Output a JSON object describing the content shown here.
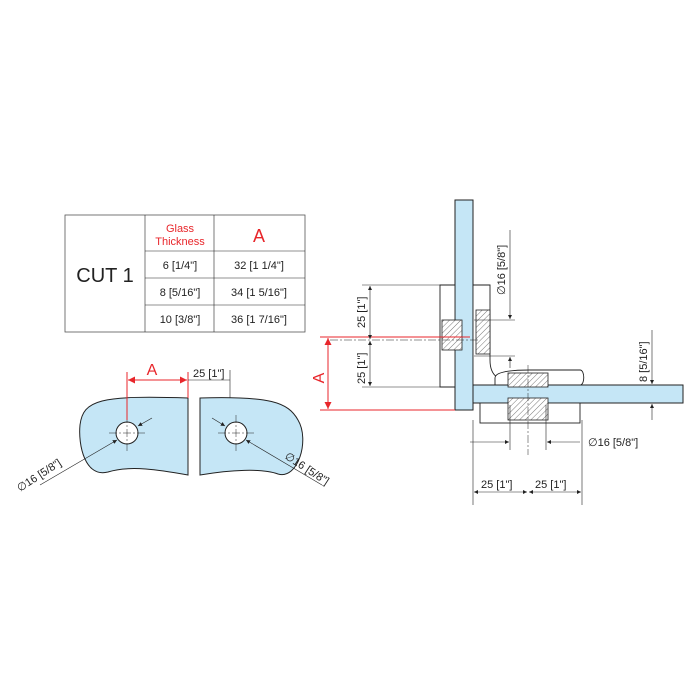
{
  "table": {
    "title": "CUT 1",
    "header_glass": [
      "Glass",
      "Thickness"
    ],
    "header_a": "A",
    "rows": [
      {
        "thickness": "6 [1/4\"]",
        "a": "32 [1 1/4\"]"
      },
      {
        "thickness": "8 [5/16\"]",
        "a": "34 [1 5/16\"]"
      },
      {
        "thickness": "10 [3/8\"]",
        "a": "36 [1 7/16\"]"
      }
    ]
  },
  "cutout": {
    "dim_a": "A",
    "dim_gap": "25 [1\"]",
    "hole_left": "∅16 [5/8\"]",
    "hole_right": "∅16 [5/8\"]"
  },
  "section": {
    "dim_a": "A",
    "dim_top": "25 [1\"]",
    "dim_bottom": "25 [1\"]",
    "dim_vertical_hole": "∅16 [5/8\"]",
    "dim_glass": "8 [5/16\"]",
    "dim_horizontal_hole": "∅16 [5/8\"]",
    "dim_left": "25 [1\"]",
    "dim_right": "25 [1\"]"
  },
  "colors": {
    "glass": "#c5e6f6",
    "accent": "#e8262b"
  }
}
